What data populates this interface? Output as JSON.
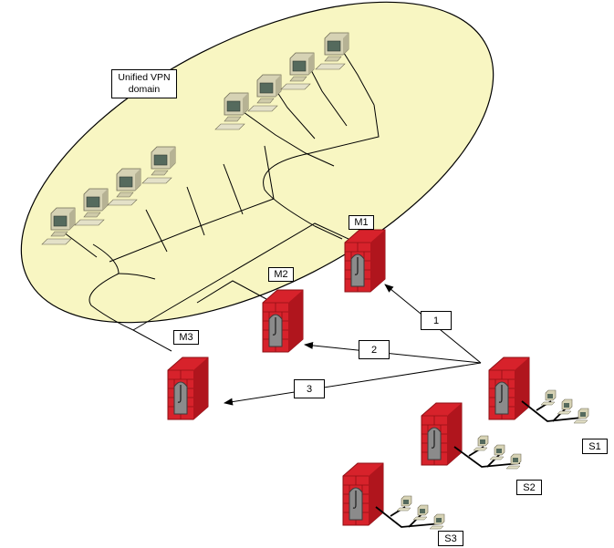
{
  "diagram": {
    "domain_label": "Unified VPN\ndomain",
    "master_gateways": [
      {
        "id": "m1",
        "label": "M1"
      },
      {
        "id": "m2",
        "label": "M2"
      },
      {
        "id": "m3",
        "label": "M3"
      }
    ],
    "satellite_gateways": [
      {
        "id": "s1",
        "label": "S1"
      },
      {
        "id": "s2",
        "label": "S2"
      },
      {
        "id": "s3",
        "label": "S3"
      }
    ],
    "priorities": [
      {
        "target": "M1",
        "label": "1"
      },
      {
        "target": "M2",
        "label": "2"
      },
      {
        "target": "M3",
        "label": "3"
      }
    ],
    "colors": {
      "domain_fill": "#f8f6c2",
      "firewall_red": "#d7222b",
      "firewall_dark": "#8e1016",
      "computer_beige": "#d6d2b4",
      "computer_screen": "#556a5d"
    }
  }
}
